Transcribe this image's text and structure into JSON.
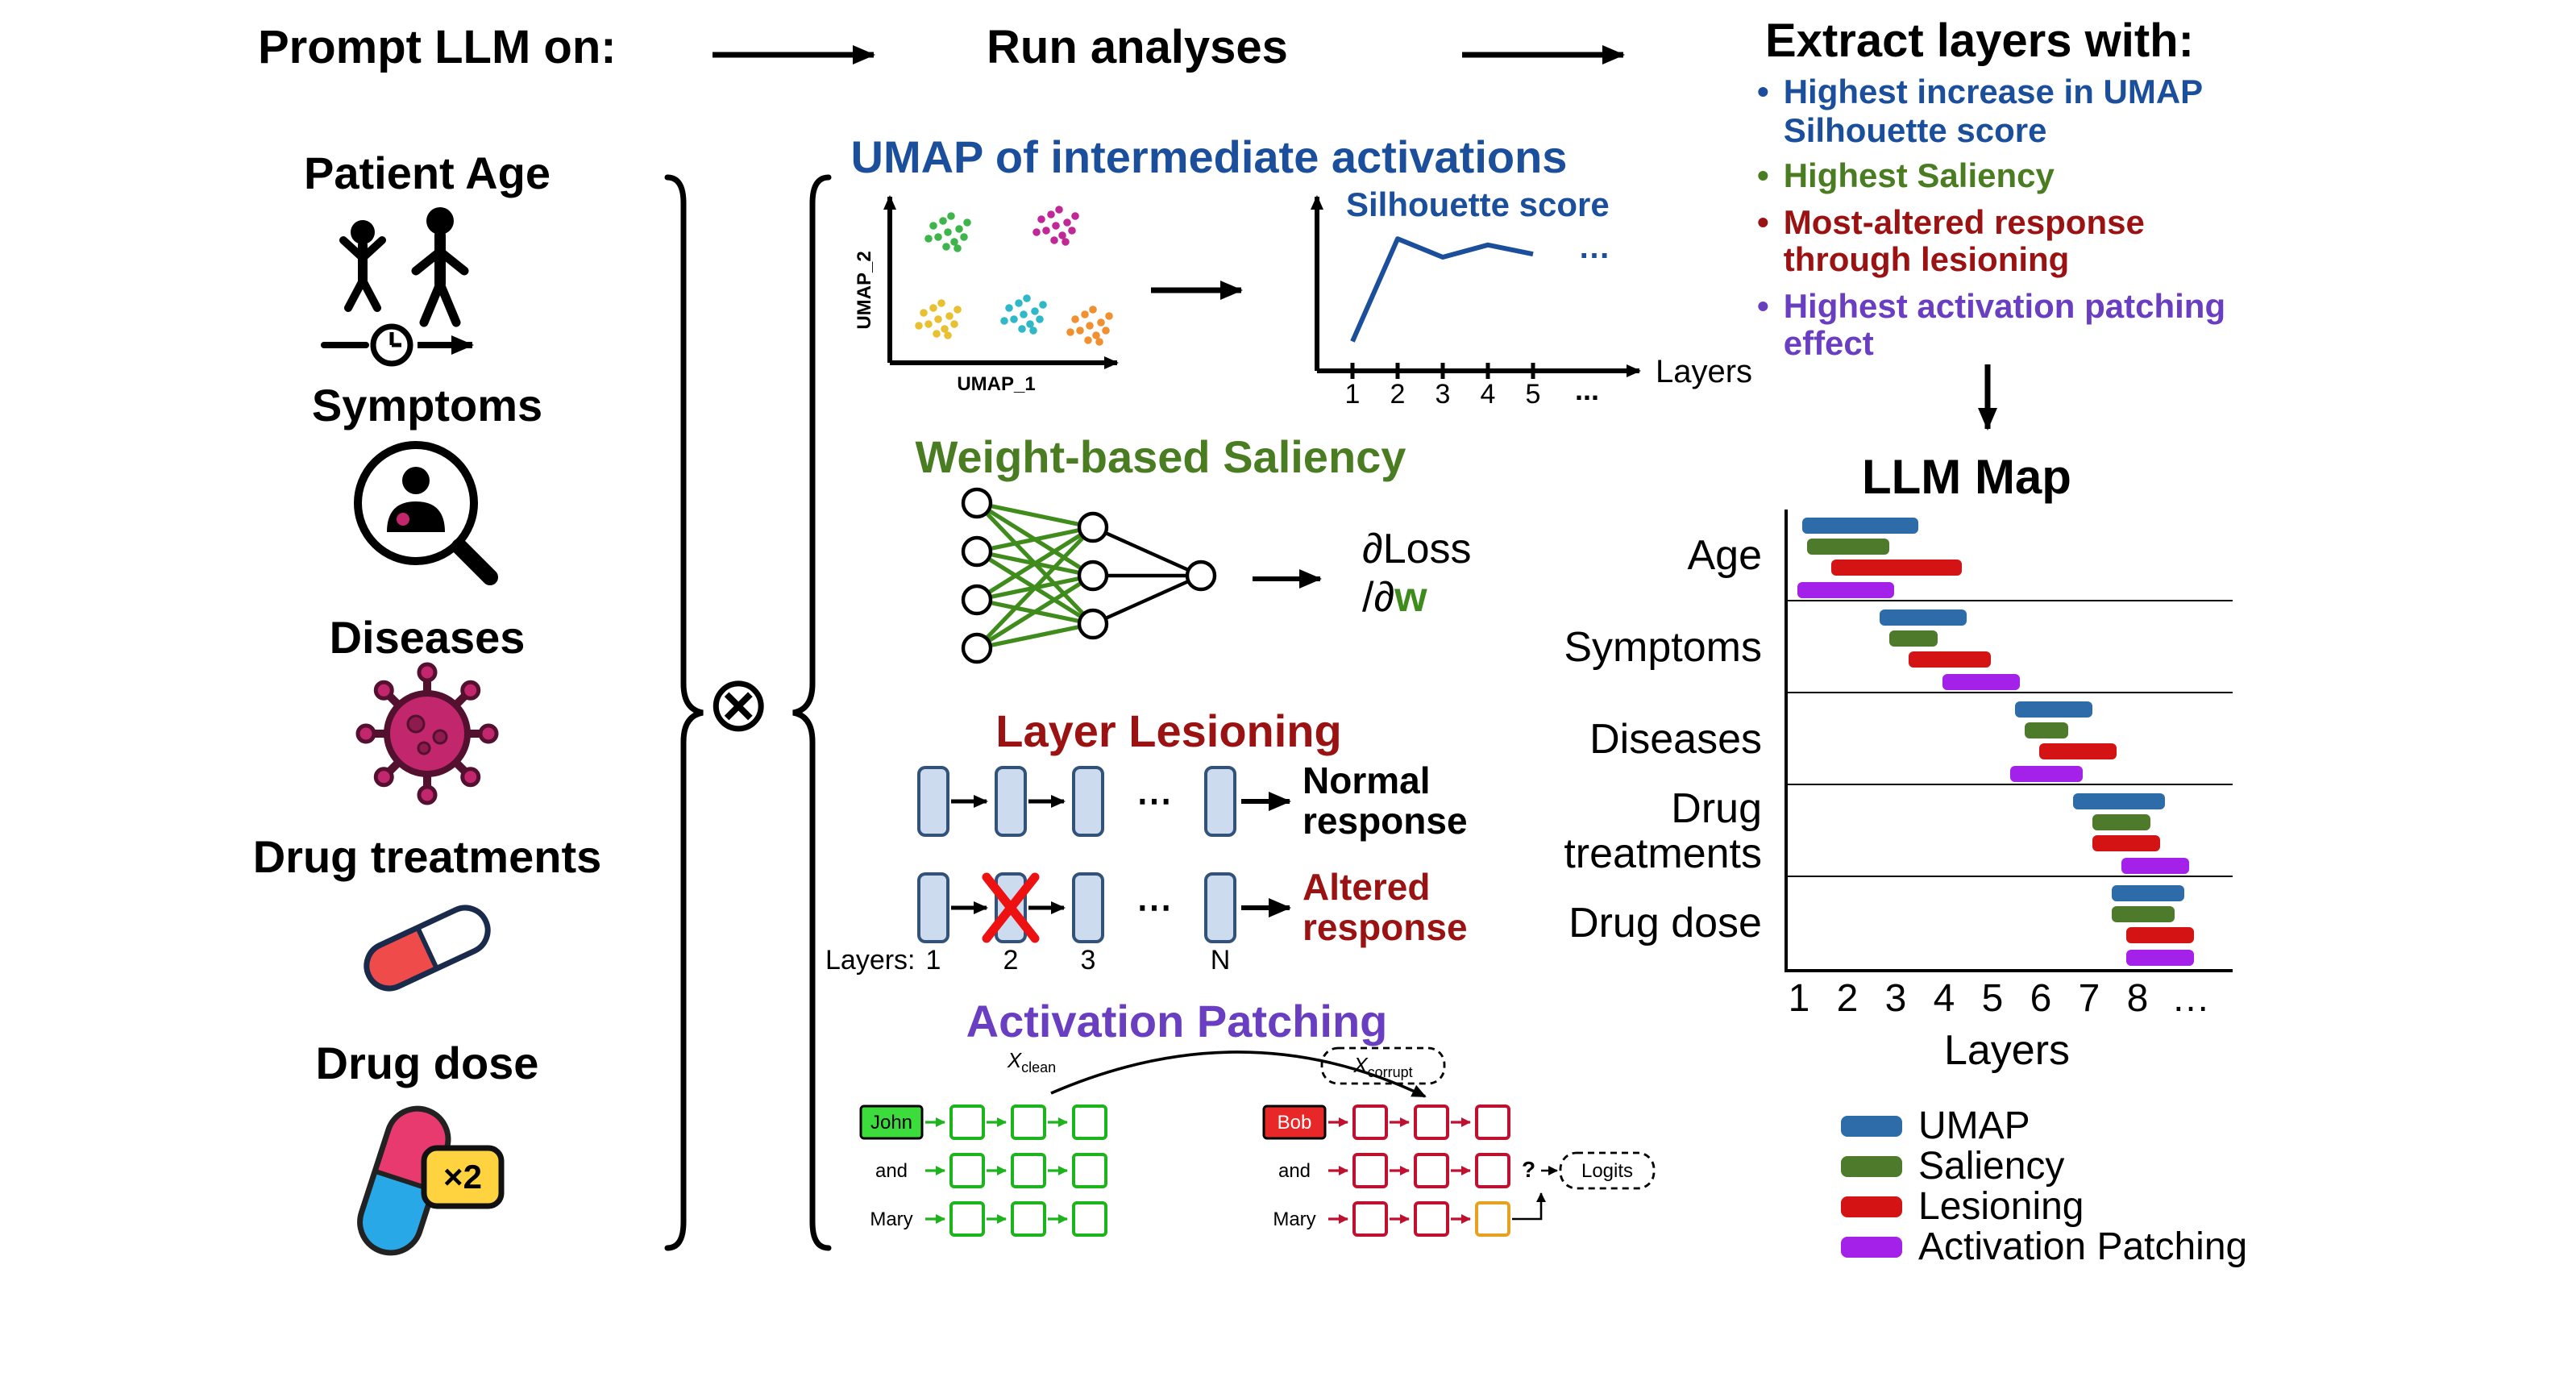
{
  "header": {
    "step1": "Prompt LLM on:",
    "step2": "Run analyses",
    "step3": "Extract layers with:"
  },
  "cross_symbol": "⊗",
  "dose_badge": "×2",
  "prompt_items": [
    {
      "label": "Patient Age"
    },
    {
      "label": "Symptoms"
    },
    {
      "label": "Diseases"
    },
    {
      "label": "Drug treatments"
    },
    {
      "label": "Drug dose"
    }
  ],
  "analyses": {
    "umap": {
      "title": "UMAP of intermediate activations",
      "color": "#1b4f9c",
      "xlabel": "UMAP_1",
      "ylabel": "UMAP_2",
      "cluster_colors": [
        "#3db54a",
        "#c02898",
        "#e8c032",
        "#30b8c8",
        "#f09030"
      ],
      "silhouette": {
        "title": "Silhouette score",
        "xlabel": "Layers",
        "ticks": [
          "1",
          "2",
          "3",
          "4",
          "5"
        ],
        "ellipsis_axis": "...",
        "ellipsis_line": "…",
        "trend": [
          [
            1,
            0.15
          ],
          [
            2,
            0.82
          ],
          [
            3,
            0.7
          ],
          [
            4,
            0.78
          ],
          [
            5,
            0.72
          ]
        ]
      }
    },
    "saliency": {
      "title": "Weight-based Saliency",
      "color": "#4a7d22",
      "edge_color": "#3f8c1c",
      "formula_line1": "∂Loss",
      "formula_prefix": "/∂",
      "formula_w": "w"
    },
    "lesioning": {
      "title": "Layer Lesioning",
      "color": "#9b1212",
      "normal_response": "Normal response",
      "altered_response": "Altered response",
      "layers_label": "Layers:",
      "ticks": [
        "1",
        "2",
        "3"
      ],
      "tick_n": "N",
      "ellipsis": "⋯",
      "box_fill": "#ccdcee",
      "box_stroke": "#33527a"
    },
    "patching": {
      "title": "Activation Patching",
      "color": "#6a3ec0",
      "x_base": "X",
      "clean_sub": "clean",
      "corrupt_sub": "corrupt",
      "clean_tokens": [
        "John",
        "and",
        "Mary"
      ],
      "corrupt_tokens": [
        "Bob",
        "and",
        "Mary"
      ],
      "question_mark": "?",
      "logits_label": "Logits",
      "clean_color": "#1db31d",
      "corrupt_color": "#c01030",
      "patch_color": "#e8a020",
      "clean_token_fill": "#3ddc3d",
      "corrupt_token_fill": "#e82828"
    }
  },
  "extract": {
    "title": "Extract layers with:",
    "bullets": [
      {
        "text": "Highest increase in UMAP Silhouette score",
        "color": "#1b4f9c"
      },
      {
        "text": "Highest Saliency",
        "color": "#4a7d22"
      },
      {
        "text": "Most-altered response through lesioning",
        "color": "#9b1212"
      },
      {
        "text": "Highest activation patching effect",
        "color": "#6a3ec0"
      }
    ]
  },
  "chart_data": {
    "type": "bar",
    "title": "LLM Map",
    "xlabel": "Layers",
    "x_ticks": [
      "1",
      "2",
      "3",
      "4",
      "5",
      "6",
      "7",
      "8",
      "…"
    ],
    "x_range": [
      0.7,
      9.9
    ],
    "categories": [
      "Age",
      "Symptoms",
      "Diseases",
      "Drug treatments",
      "Drug dose"
    ],
    "series": [
      {
        "name": "UMAP",
        "color": "#2d6ca8",
        "ranges": [
          [
            1.0,
            3.4
          ],
          [
            2.6,
            4.4
          ],
          [
            5.4,
            7.0
          ],
          [
            6.6,
            8.5
          ],
          [
            7.4,
            8.9
          ]
        ]
      },
      {
        "name": "Saliency",
        "color": "#4d7a2b",
        "ranges": [
          [
            1.1,
            2.8
          ],
          [
            2.8,
            3.8
          ],
          [
            5.6,
            6.5
          ],
          [
            7.0,
            8.2
          ],
          [
            7.4,
            8.7
          ]
        ]
      },
      {
        "name": "Lesioning",
        "color": "#d41414",
        "ranges": [
          [
            1.6,
            4.3
          ],
          [
            3.2,
            4.9
          ],
          [
            5.9,
            7.5
          ],
          [
            7.0,
            8.4
          ],
          [
            7.7,
            9.1
          ]
        ]
      },
      {
        "name": "Activation Patching",
        "color": "#a321e8",
        "ranges": [
          [
            0.9,
            2.9
          ],
          [
            3.9,
            5.5
          ],
          [
            5.3,
            6.8
          ],
          [
            7.6,
            9.0
          ],
          [
            7.7,
            9.1
          ]
        ]
      }
    ],
    "legend_position": "bottom"
  }
}
